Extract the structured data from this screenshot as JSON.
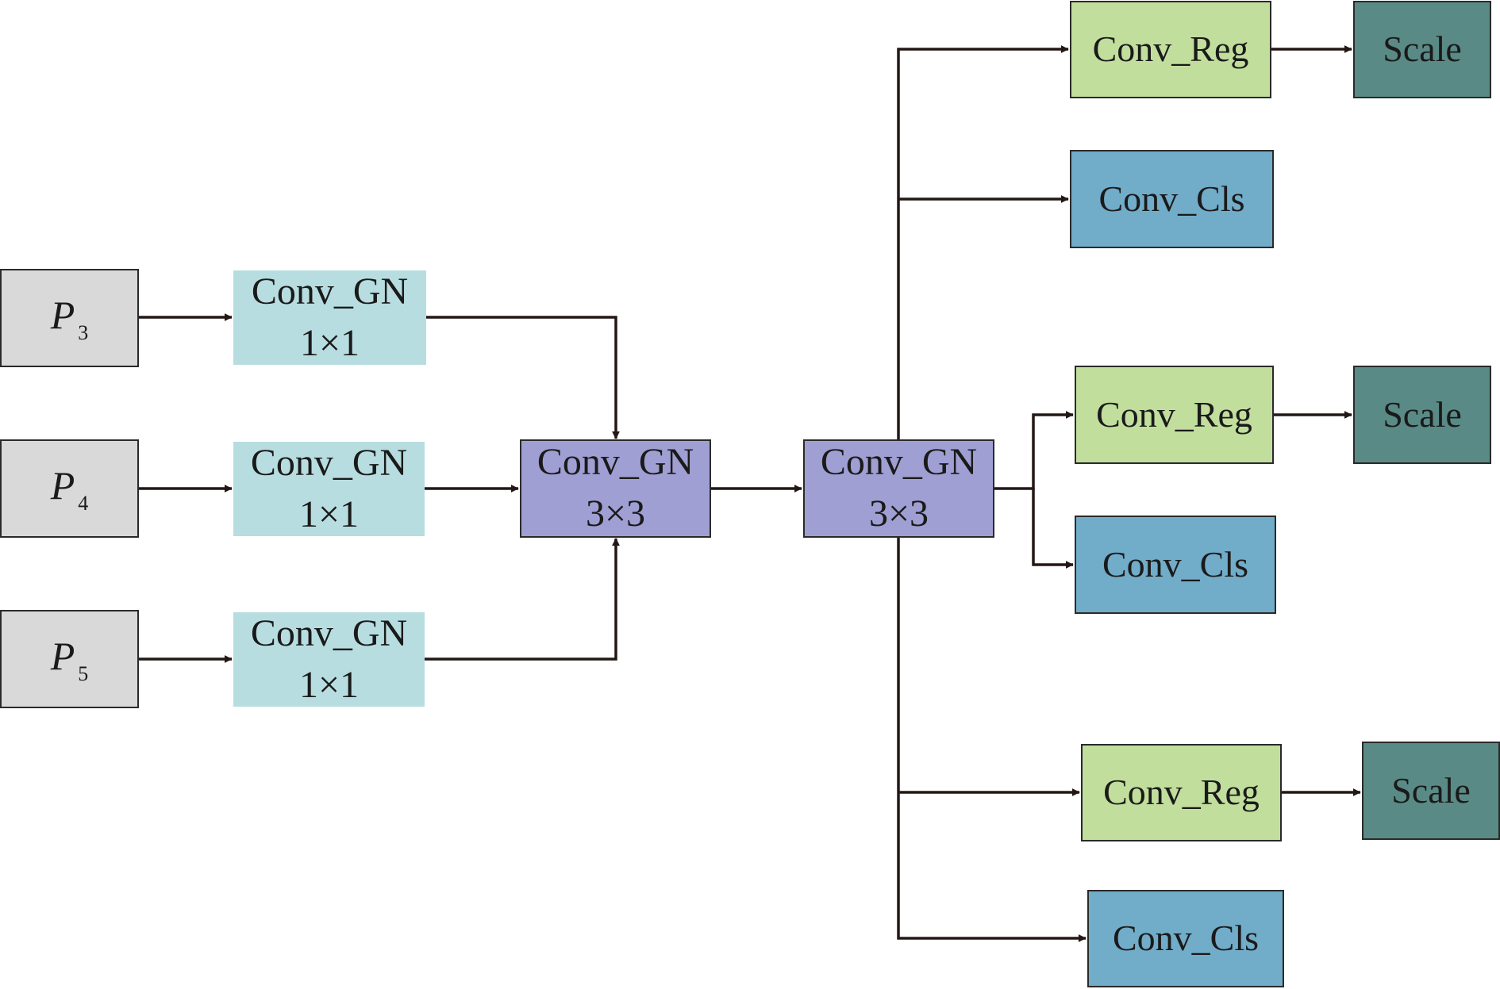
{
  "colors": {
    "input_fill": "#d9d9d9",
    "conv1x1_fill": "#b7dde0",
    "conv3x3_fill": "#a09fd3",
    "reg_fill": "#c1de9d",
    "cls_fill": "#71acc9",
    "scale_fill": "#5a8a86",
    "line_color": "#231815"
  },
  "inputs": [
    {
      "letter": "P",
      "sub": "3"
    },
    {
      "letter": "P",
      "sub": "4"
    },
    {
      "letter": "P",
      "sub": "5"
    }
  ],
  "conv1x1": [
    {
      "line1": "Conv_GN",
      "line2": "1×1"
    },
    {
      "line1": "Conv_GN",
      "line2": "1×1"
    },
    {
      "line1": "Conv_GN",
      "line2": "1×1"
    }
  ],
  "merge_conv": {
    "line1": "Conv_GN",
    "line2": "3×3"
  },
  "shared_conv": {
    "line1": "Conv_GN",
    "line2": "3×3"
  },
  "heads": [
    {
      "reg": "Conv_Reg",
      "cls": "Conv_Cls",
      "scale": "Scale"
    },
    {
      "reg": "Conv_Reg",
      "cls": "Conv_Cls",
      "scale": "Scale"
    },
    {
      "reg": "Conv_Reg",
      "cls": "Conv_Cls",
      "scale": "Scale"
    }
  ]
}
